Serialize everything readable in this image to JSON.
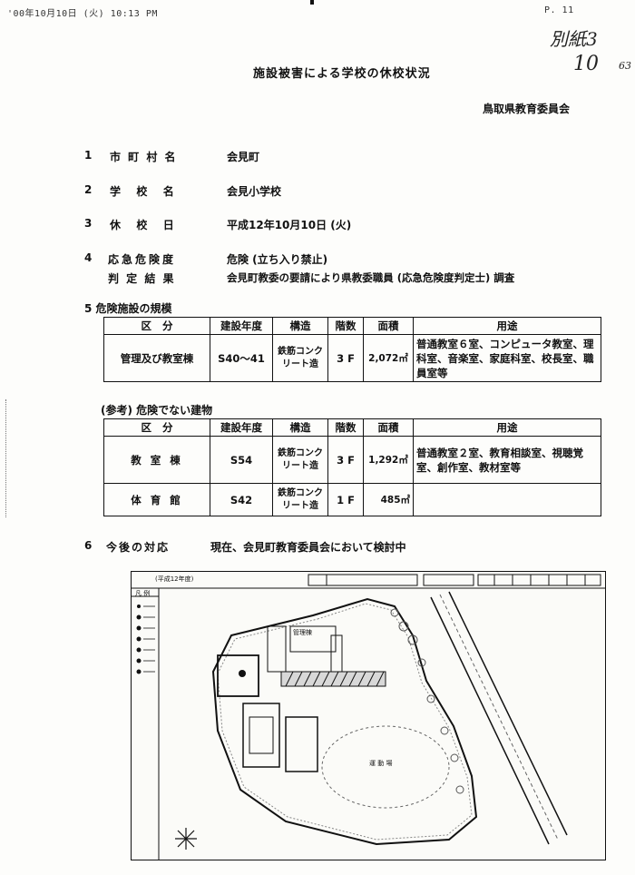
{
  "fax_header": "'00年10月10日 (火) 10:13 PM",
  "page_no": "P. 11",
  "handwritten_tag": "別紙3",
  "handwritten_num": "10",
  "handwritten_small": "63",
  "title": "施設被害による学校の休校状況",
  "organization": "鳥取県教育委員会",
  "items": [
    {
      "no": "1",
      "label": "市 町 村 名",
      "value": "会見町"
    },
    {
      "no": "2",
      "label": "学  校  名",
      "value": "会見小学校"
    },
    {
      "no": "3",
      "label": "休  校  日",
      "value": "平成12年10月10日 (火)"
    },
    {
      "no": "4",
      "label": "応急危険度",
      "value": "危険 (立ち入り禁止)"
    },
    {
      "no": "",
      "label": "判 定 結 果",
      "value": "会見町教委の要請により県教委職員 (応急危険度判定士) 調査"
    }
  ],
  "section5_title": "5 危険施設の規模",
  "table_headers": [
    "区   分",
    "建設年度",
    "構造",
    "階数",
    "面積",
    "用途"
  ],
  "table1_rows": [
    {
      "kubun": "管理及び教室棟",
      "year": "S40～41",
      "structure": "鉄筋コンクリート造",
      "floors": "3 F",
      "area": "2,072㎡",
      "use": "普通教室６室、コンピュータ教室、理科室、音楽室、家庭科室、校長室、職員室等"
    }
  ],
  "ref_title": "(参考) 危険でない建物",
  "table2_rows": [
    {
      "kubun": "教 室 棟",
      "year": "S54",
      "structure": "鉄筋コンクリート造",
      "floors": "3 F",
      "area": "1,292㎡",
      "use": "普通教室２室、教育相談室、視聴覚室、創作室、教材室等"
    },
    {
      "kubun": "体 育 館",
      "year": "S42",
      "structure": "鉄筋コンクリート造",
      "floors": "1 F",
      "area": "485㎡",
      "use": ""
    }
  ],
  "item6": {
    "no": "6",
    "label": "今後の対応",
    "value": "現在、会見町教育委員会において検討中"
  },
  "map": {
    "header_left": "(平成12年度)",
    "legend_title": "凡 例",
    "building_label": "管理棟",
    "ground_label": "運 動 場"
  }
}
